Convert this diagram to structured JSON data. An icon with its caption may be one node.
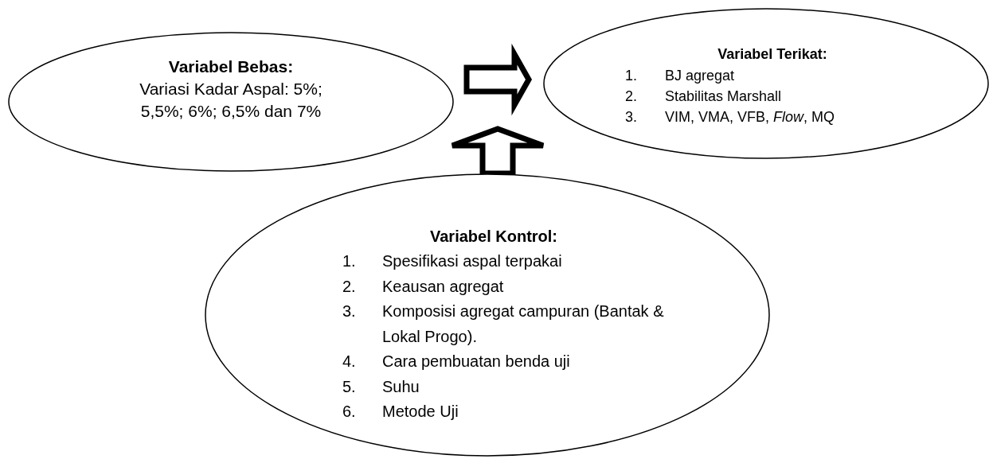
{
  "diagram": {
    "nodes": [
      {
        "text": [
          "Variabel Bebas:",
          "Variasi Kadar Aspal: 5%; 5,5%; 6%; 6,5% dan 7%"
        ]
      },
      {
        "text": [
          "Variabel Terikat:",
          "1. BJ agregat",
          "2. Stabilitas Marshall",
          "3. VIM, VMA, VFB, *Flow*, MQ"
        ]
      },
      {
        "text": [
          "Variabel Kontrol:",
          "1. Spesifikasi aspal terpakai",
          "2. Keausan agregat",
          "3. Komposisi agregat campuran (Bantak & Lokal Progo).",
          "4. Cara pembuatan benda uji",
          "5. Suhu",
          "6. Metode Uji"
        ]
      }
    ],
    "edges": [
      {
        "from": 0,
        "to": 1,
        "arrow": "to"
      },
      {
        "from": 2,
        "to": null,
        "arrow": "to"
      }
    ]
  }
}
